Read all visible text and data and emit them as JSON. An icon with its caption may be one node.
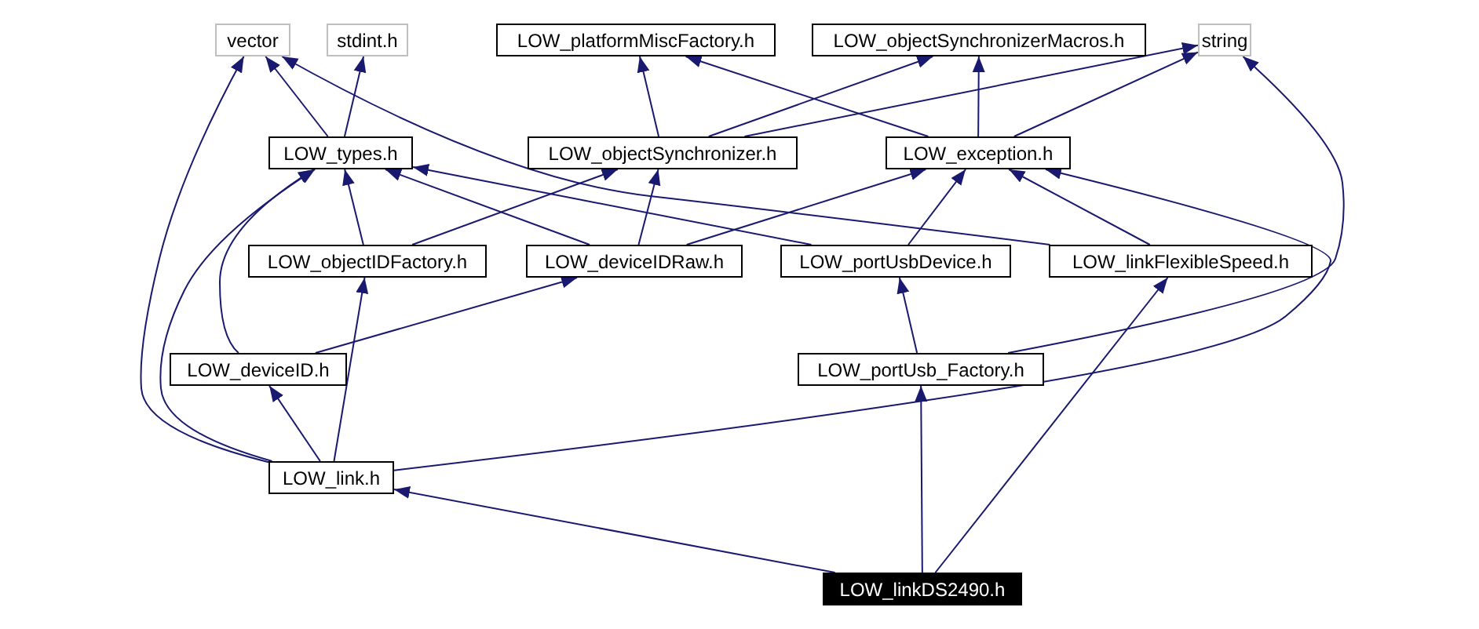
{
  "diagram": {
    "nodes": [
      {
        "text": [
          "vector"
        ]
      },
      {
        "text": [
          "stdint.h"
        ]
      },
      {
        "text": [
          "LOW_platformMiscFactory.h"
        ]
      },
      {
        "text": [
          "LOW_objectSynchronizerMacros.h"
        ]
      },
      {
        "text": [
          "string"
        ]
      },
      {
        "text": [
          "LOW_types.h"
        ]
      },
      {
        "text": [
          "LOW_objectSynchronizer.h"
        ]
      },
      {
        "text": [
          "LOW_exception.h"
        ]
      },
      {
        "text": [
          "LOW_objectIDFactory.h"
        ]
      },
      {
        "text": [
          "LOW_deviceIDRaw.h"
        ]
      },
      {
        "text": [
          "LOW_portUsbDevice.h"
        ]
      },
      {
        "text": [
          "LOW_linkFlexibleSpeed.h"
        ]
      },
      {
        "text": [
          "LOW_deviceID.h"
        ]
      },
      {
        "text": [
          "LOW_portUsb_Factory.h"
        ]
      },
      {
        "text": [
          "LOW_link.h"
        ]
      },
      {
        "text": [
          "LOW_linkDS2490.h"
        ]
      }
    ],
    "edges": [
      {
        "from": 5,
        "to": 0,
        "arrow": "to"
      },
      {
        "from": 5,
        "to": 1,
        "arrow": "to"
      },
      {
        "from": 6,
        "to": 2,
        "arrow": "to"
      },
      {
        "from": 6,
        "to": 3,
        "arrow": "to"
      },
      {
        "from": 6,
        "to": 4,
        "arrow": "to"
      },
      {
        "from": 7,
        "to": 2,
        "arrow": "to"
      },
      {
        "from": 7,
        "to": 3,
        "arrow": "to"
      },
      {
        "from": 7,
        "to": 4,
        "arrow": "to"
      },
      {
        "from": 11,
        "to": 0,
        "arrow": "to"
      },
      {
        "from": 10,
        "to": 5,
        "arrow": "to"
      },
      {
        "from": 9,
        "to": 5,
        "arrow": "to"
      },
      {
        "from": 9,
        "to": 6,
        "arrow": "to"
      },
      {
        "from": 9,
        "to": 7,
        "arrow": "to"
      },
      {
        "from": 8,
        "to": 6,
        "arrow": "to"
      },
      {
        "from": 8,
        "to": 5,
        "arrow": "to"
      },
      {
        "from": 10,
        "to": 7,
        "arrow": "to"
      },
      {
        "from": 11,
        "to": 7,
        "arrow": "to"
      },
      {
        "from": 12,
        "to": 5,
        "arrow": "to"
      },
      {
        "from": 12,
        "to": 9,
        "arrow": "to"
      },
      {
        "from": 14,
        "to": 0,
        "arrow": "to"
      },
      {
        "from": 14,
        "to": 5,
        "arrow": "to"
      },
      {
        "from": 14,
        "to": 12,
        "arrow": "to"
      },
      {
        "from": 14,
        "to": 8,
        "arrow": "to"
      },
      {
        "from": 14,
        "to": 7,
        "arrow": "to"
      },
      {
        "from": 13,
        "to": 10,
        "arrow": "to"
      },
      {
        "from": 13,
        "to": 4,
        "arrow": "to"
      },
      {
        "from": 15,
        "to": 14,
        "arrow": "to"
      },
      {
        "from": 15,
        "to": 13,
        "arrow": "to"
      },
      {
        "from": 15,
        "to": 11,
        "arrow": "to"
      }
    ]
  }
}
